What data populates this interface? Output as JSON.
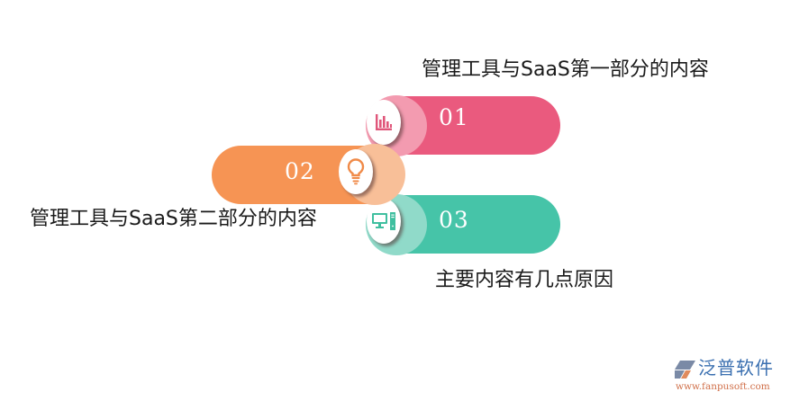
{
  "diagram": {
    "items": [
      {
        "number": "01",
        "label": "管理工具与SaaS第一部分的内容",
        "icon": "bar-chart-icon",
        "color": "#ea5a7e",
        "halo_color": "#f39bb0"
      },
      {
        "number": "02",
        "label": "管理工具与SaaS第二部分的内容",
        "icon": "lightbulb-icon",
        "color": "#f69454",
        "halo_color": "#f8bf98"
      },
      {
        "number": "03",
        "label": "主要内容有几点原因",
        "icon": "desktop-computer-icon",
        "color": "#46c4a8",
        "halo_color": "#90dac9"
      }
    ]
  },
  "watermark": {
    "brand": "泛普软件",
    "url": "www.fanpusoft.com",
    "brand_color": "#3a6fb0",
    "url_color": "#d0704a"
  }
}
